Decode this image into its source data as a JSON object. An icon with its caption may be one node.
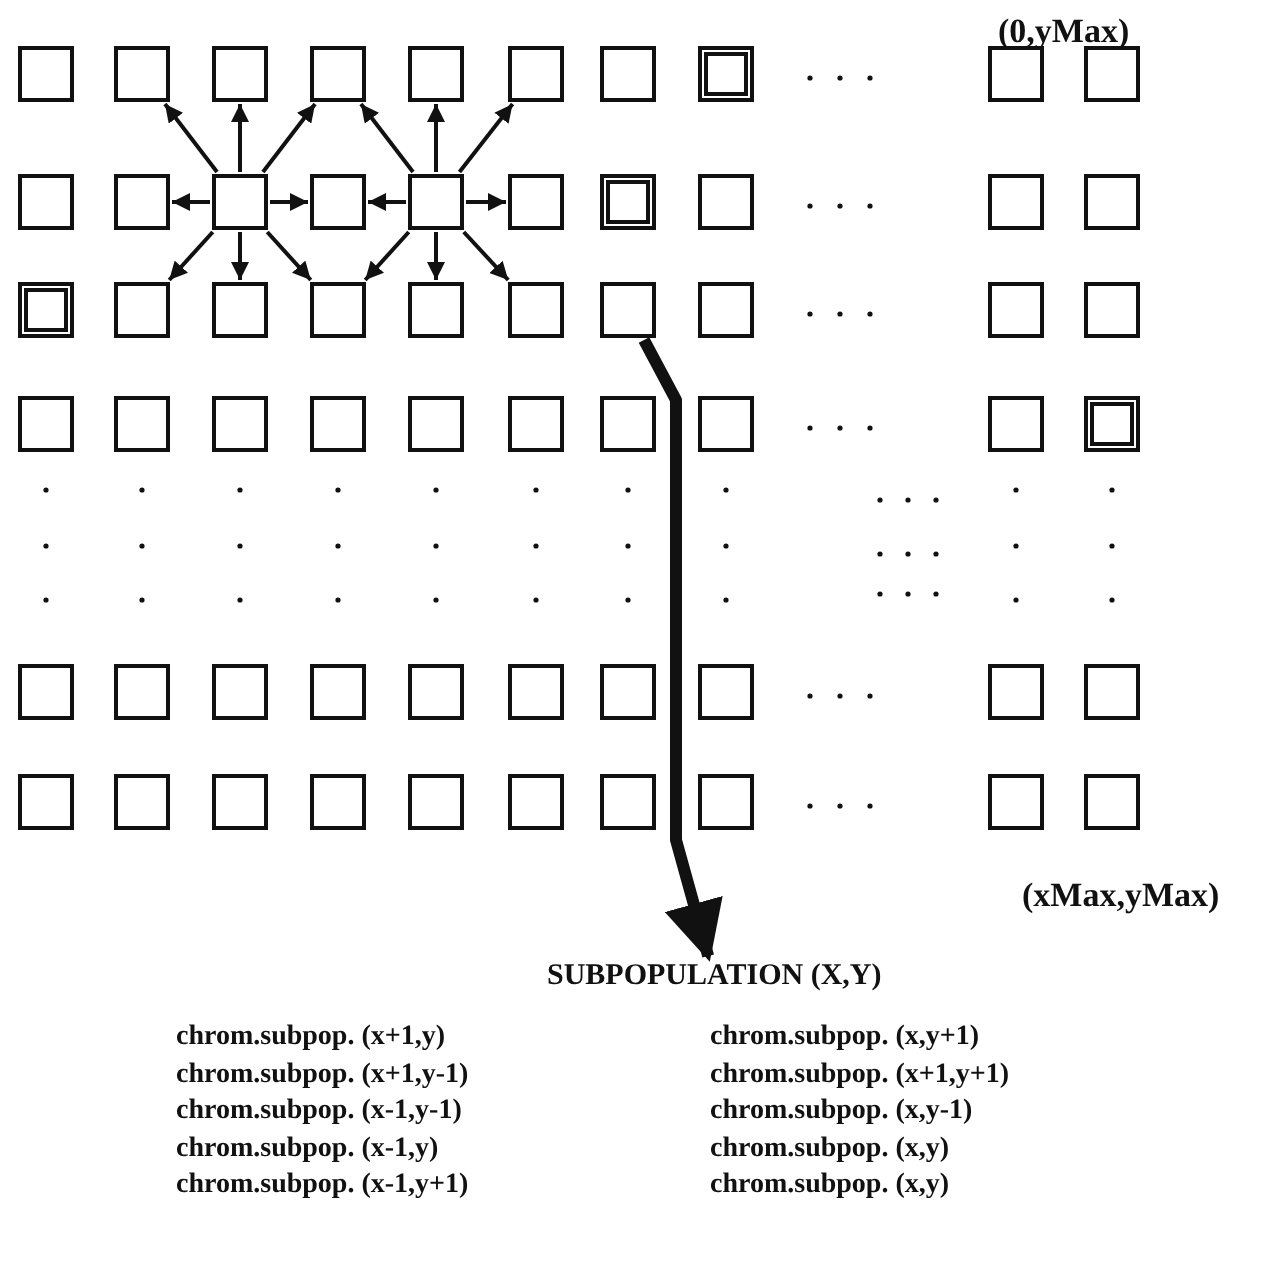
{
  "diagram": {
    "nodes": [
      {
        "text": [],
        "shape": "box"
      },
      {
        "text": [],
        "shape": "box"
      },
      {
        "text": [],
        "shape": "box"
      },
      {
        "text": [],
        "shape": "box"
      },
      {
        "text": [],
        "shape": "box"
      },
      {
        "text": [],
        "shape": "box"
      },
      {
        "text": [],
        "shape": "box"
      },
      {
        "text": [],
        "shape": "box"
      },
      {
        "text": [],
        "shape": "box"
      },
      {
        "text": [],
        "shape": "box"
      },
      {
        "text": [],
        "shape": "box"
      },
      {
        "text": [],
        "shape": "box"
      },
      {
        "text": [],
        "shape": "box"
      },
      {
        "text": [],
        "shape": "box"
      },
      {
        "text": [],
        "shape": "box"
      },
      {
        "text": [],
        "shape": "box"
      },
      {
        "text": [],
        "shape": "box"
      },
      {
        "text": [],
        "shape": "box"
      },
      {
        "text": [],
        "shape": "box"
      },
      {
        "text": [],
        "shape": "box"
      },
      {
        "text": [],
        "shape": "box"
      },
      {
        "text": [],
        "shape": "box"
      },
      {
        "text": [],
        "shape": "box"
      },
      {
        "text": [],
        "shape": "box"
      },
      {
        "text": [],
        "shape": "box"
      },
      {
        "text": [],
        "shape": "box"
      },
      {
        "text": [],
        "shape": "box"
      },
      {
        "text": [],
        "shape": "box"
      },
      {
        "text": [],
        "shape": "box"
      },
      {
        "text": [],
        "shape": "box"
      },
      {
        "text": [],
        "shape": "box"
      },
      {
        "text": [],
        "shape": "box"
      },
      {
        "text": [],
        "shape": "box"
      },
      {
        "text": [],
        "shape": "box"
      },
      {
        "text": [],
        "shape": "box"
      },
      {
        "text": [],
        "shape": "box"
      },
      {
        "text": [],
        "shape": "box"
      },
      {
        "text": [],
        "shape": "box"
      },
      {
        "text": [],
        "shape": "box"
      },
      {
        "text": [],
        "shape": "box"
      },
      {
        "text": [],
        "shape": "box"
      },
      {
        "text": [],
        "shape": "box"
      },
      {
        "text": [],
        "shape": "box"
      },
      {
        "text": [],
        "shape": "box"
      },
      {
        "text": [],
        "shape": "box"
      },
      {
        "text": [],
        "shape": "box"
      },
      {
        "text": [],
        "shape": "box"
      },
      {
        "text": [],
        "shape": "box"
      },
      {
        "text": [],
        "shape": "box"
      },
      {
        "text": [],
        "shape": "box"
      },
      {
        "text": [],
        "shape": "box"
      },
      {
        "text": [],
        "shape": "box"
      },
      {
        "text": [],
        "shape": "box"
      },
      {
        "text": [],
        "shape": "box"
      },
      {
        "text": [],
        "shape": "box"
      },
      {
        "text": [],
        "shape": "box"
      },
      {
        "text": [],
        "shape": "box"
      },
      {
        "text": [],
        "shape": "box"
      },
      {
        "text": [],
        "shape": "box"
      },
      {
        "text": [],
        "shape": "box"
      },
      {
        "text": [
          "SUBPOPULATION (X,Y)"
        ]
      }
    ],
    "edges": [
      {
        "from": 12,
        "to": 1,
        "arrow": "to"
      },
      {
        "from": 12,
        "to": 2,
        "arrow": "to"
      },
      {
        "from": 12,
        "to": 3,
        "arrow": "to"
      },
      {
        "from": 12,
        "to": 11,
        "arrow": "to"
      },
      {
        "from": 12,
        "to": 13,
        "arrow": "to"
      },
      {
        "from": 12,
        "to": 21,
        "arrow": "to"
      },
      {
        "from": 12,
        "to": 22,
        "arrow": "to"
      },
      {
        "from": 12,
        "to": 23,
        "arrow": "to"
      },
      {
        "from": 14,
        "to": 3,
        "arrow": "to"
      },
      {
        "from": 14,
        "to": 4,
        "arrow": "to"
      },
      {
        "from": 14,
        "to": 5,
        "arrow": "to"
      },
      {
        "from": 14,
        "to": 13,
        "arrow": "to"
      },
      {
        "from": 14,
        "to": 15,
        "arrow": "to"
      },
      {
        "from": 14,
        "to": 23,
        "arrow": "to"
      },
      {
        "from": 14,
        "to": 24,
        "arrow": "to"
      },
      {
        "from": 14,
        "to": 25,
        "arrow": "to"
      },
      {
        "from": 26,
        "to": 60,
        "arrow": "to",
        "style": "thick"
      }
    ],
    "labels": [
      "(0,yMax)",
      "(xMax,yMax)",
      "chrom.subpop. (x+1,y)",
      "chrom.subpop. (x,y+1)",
      "chrom.subpop. (x+1,y-1)",
      "chrom.subpop. (x+1,y+1)",
      "chrom.subpop. (x-1,y-1)",
      "chrom.subpop. (x,y-1)",
      "chrom.subpop. (x-1,y)",
      "chrom.subpop. (x,y)",
      "chrom.subpop. (x-1,y+1)",
      "chrom.subpop. (x,y)"
    ]
  }
}
